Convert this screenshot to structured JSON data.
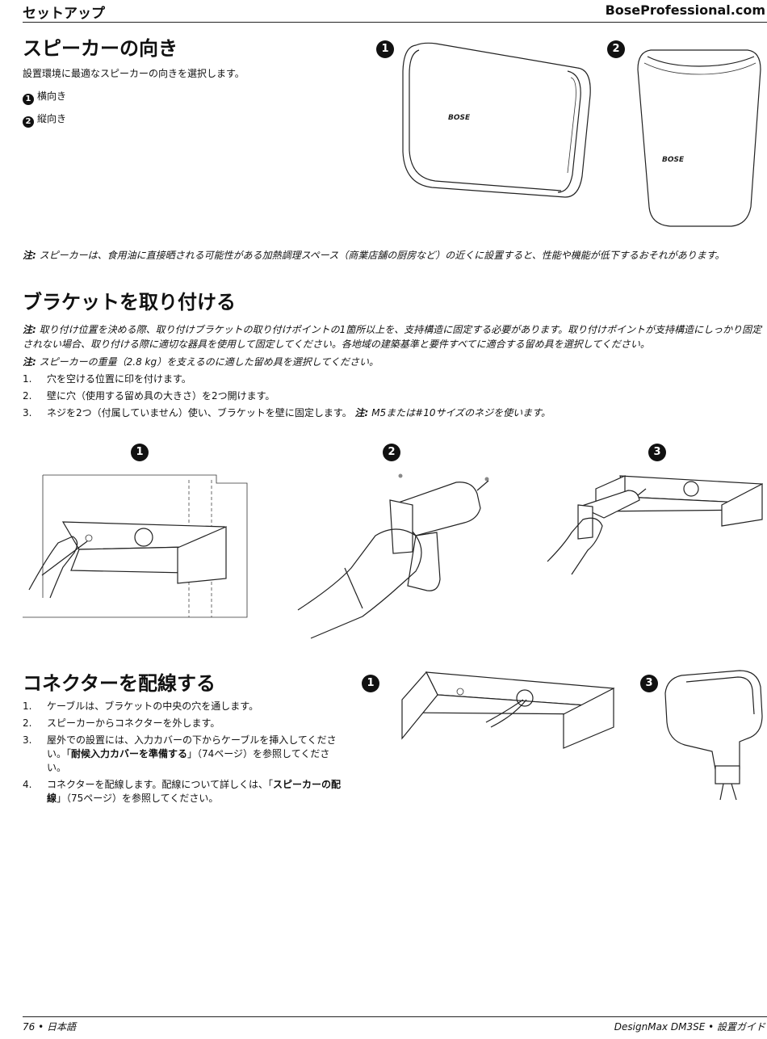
{
  "header": {
    "left": "セットアップ",
    "right": "BoseProfessional.com"
  },
  "orientation": {
    "title": "スピーカーの向き",
    "intro": "設置環境に最適なスピーカーの向きを選択します。",
    "options": [
      {
        "badge": "1",
        "label": "横向き"
      },
      {
        "badge": "2",
        "label": "縦向き"
      }
    ],
    "figure_badges": [
      "1",
      "2"
    ],
    "brand_mark": "BOSE",
    "note_label": "注:",
    "note_text": "スピーカーは、食用油に直接晒される可能性がある加熱調理スペース（商業店舗の厨房など）の近くに設置すると、性能や機能が低下するおそれがあります。"
  },
  "bracket": {
    "title": "ブラケットを取り付ける",
    "note1_label": "注:",
    "note1_text": "取り付け位置を決める際、取り付けブラケットの取り付けポイントの1箇所以上を、支持構造に固定する必要があります。取り付けポイントが支持構造にしっかり固定されない場合、取り付ける際に適切な器具を使用して固定してください。各地域の建築基準と要件すべてに適合する留め具を選択してください。",
    "note2_label": "注:",
    "note2_text": "スピーカーの重量（2.8 kg）を支えるのに適した留め具を選択してください。",
    "steps": [
      {
        "num": "1.",
        "text": "穴を空ける位置に印を付けます。"
      },
      {
        "num": "2.",
        "text": "壁に穴（使用する留め具の大きさ）を2つ開けます。"
      },
      {
        "num": "3.",
        "text": "ネジを2つ（付属していません）使い、ブラケットを壁に固定します。",
        "note_label": "注:",
        "note_text": "M5または#10サイズのネジを使います。"
      }
    ],
    "figure_badges": [
      "1",
      "2",
      "3"
    ]
  },
  "wiring": {
    "title": "コネクターを配線する",
    "steps": [
      {
        "num": "1.",
        "text": "ケーブルは、ブラケットの中央の穴を通します。"
      },
      {
        "num": "2.",
        "text": "スピーカーからコネクターを外します。"
      },
      {
        "num": "3.",
        "pre": "屋外での設置には、入力カバーの下からケーブルを挿入してください。「",
        "link": "耐候入力カバーを準備する",
        "post": "」（74ページ）を参照してください。"
      },
      {
        "num": "4.",
        "pre": "コネクターを配線します。配線について詳しくは、「",
        "link": "スピーカーの配線",
        "post": "」（75ページ）を参照してください。"
      }
    ],
    "figure_badges": [
      "1",
      "3"
    ]
  },
  "footer": {
    "left": "76 • 日本語",
    "right": "DesignMax DM3SE • 設置ガイド"
  }
}
